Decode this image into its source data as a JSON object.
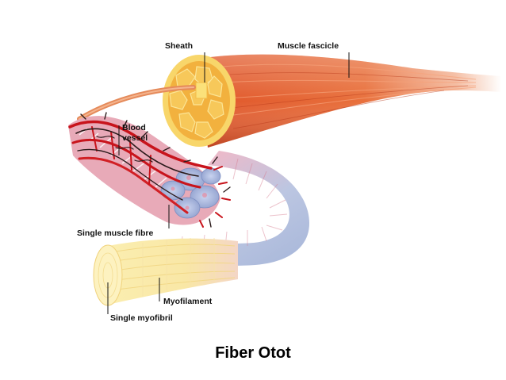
{
  "labels": {
    "sheath": "Sheath",
    "muscle_fascicle": "Muscle fascicle",
    "blood_vessel_line1": "Blood",
    "blood_vessel_line2": "vessel",
    "single_muscle_fibre": "Single muscle fibre",
    "myofilament": "Myofilament",
    "single_myofibril": "Single myofibril"
  },
  "caption": "Fiber Otot",
  "colors": {
    "muscle_red": "#d9451f",
    "muscle_orange": "#e9743c",
    "sheath_yellow": "#f6c24c",
    "fascicle_orange": "#f0a040",
    "vessel_red": "#c8141c",
    "vessel_dark": "#2a1a1a",
    "fibre_blue": "#a9b7d8",
    "fibre_pink": "#e6a3b8",
    "myofibril_yellow": "#faeca0"
  }
}
